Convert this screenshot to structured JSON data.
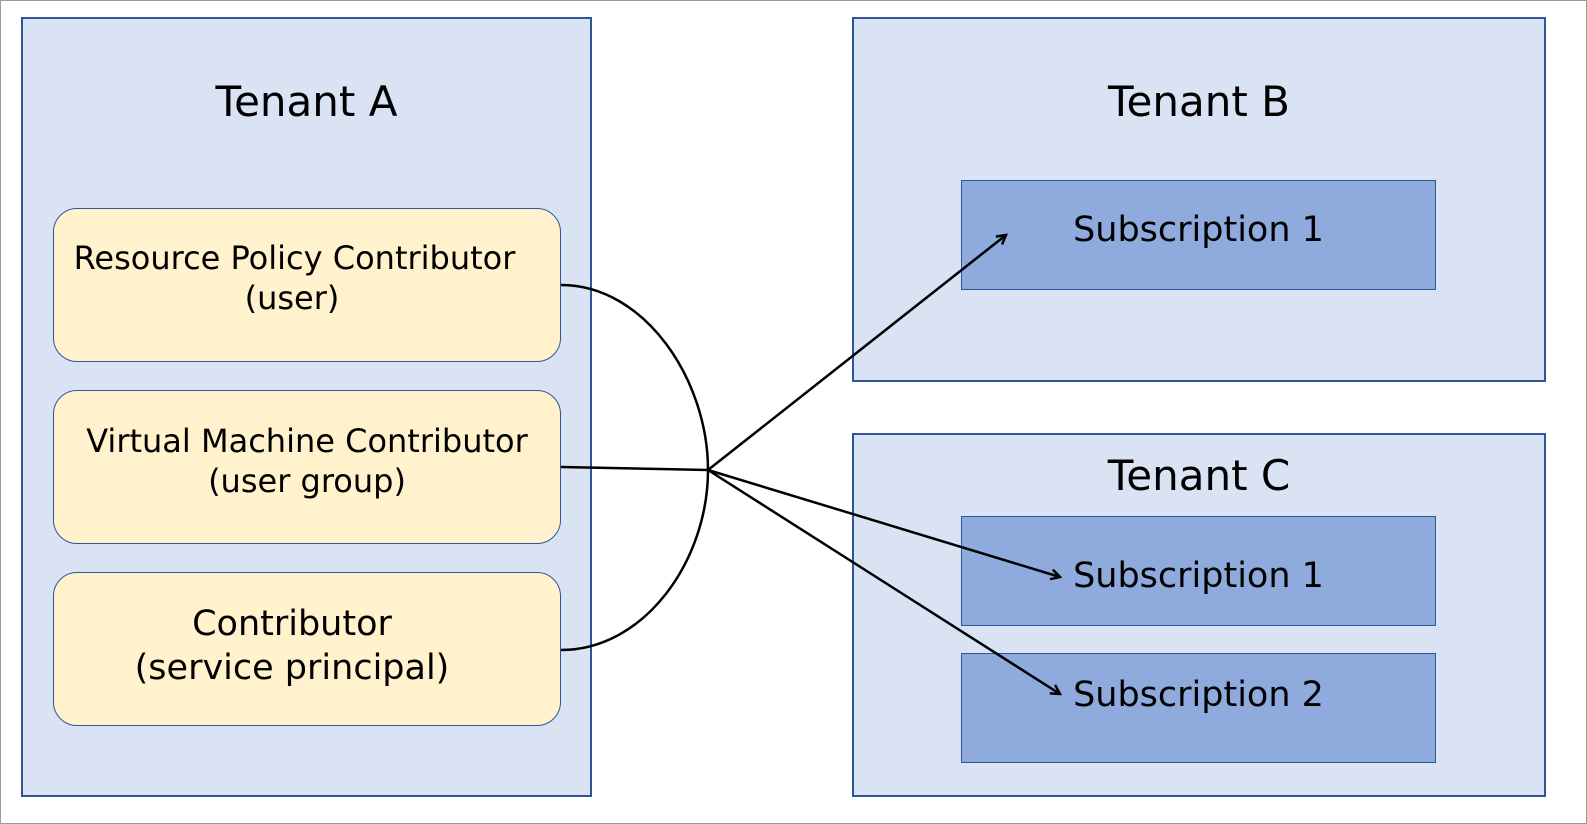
{
  "tenant_a": {
    "title": "Tenant A",
    "roles": [
      {
        "role": "Resource Policy Contributor",
        "principal": "(user)"
      },
      {
        "role": "Virtual Machine Contributor",
        "principal": "(user group)"
      },
      {
        "role": "Contributor",
        "principal": "(service principal)"
      }
    ]
  },
  "tenant_b": {
    "title": "Tenant B",
    "subscriptions": [
      "Subscription 1"
    ]
  },
  "tenant_c": {
    "title": "Tenant C",
    "subscriptions": [
      "Subscription 1",
      "Subscription 2"
    ]
  },
  "colors": {
    "tenant_fill": "#dae3f3",
    "tenant_border": "#2f5597",
    "role_fill": "#fff2cc",
    "subscription_fill": "#8faadc",
    "connector": "#000000"
  }
}
